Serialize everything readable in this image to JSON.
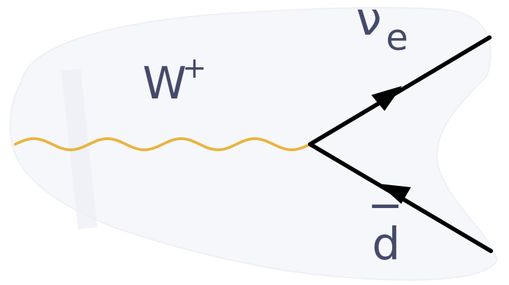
{
  "colors": {
    "background_blob": "#f6f7fb",
    "blob_edge": "#eef0f6",
    "boson_line": "#e9b441",
    "fermion_line": "#000000",
    "label_text": "#454a6b"
  },
  "labels": {
    "boson": "W",
    "boson_charge": "+",
    "neutrino_symbol": "ν",
    "neutrino_flavor": "e",
    "antiquark": "d"
  },
  "diagram": {
    "particles": [
      {
        "role": "boson",
        "line_style": "wavy"
      },
      {
        "role": "outgoing-fermion",
        "arrow": "away-from-vertex"
      },
      {
        "role": "incoming-antifermion",
        "arrow": "toward-vertex"
      }
    ]
  }
}
